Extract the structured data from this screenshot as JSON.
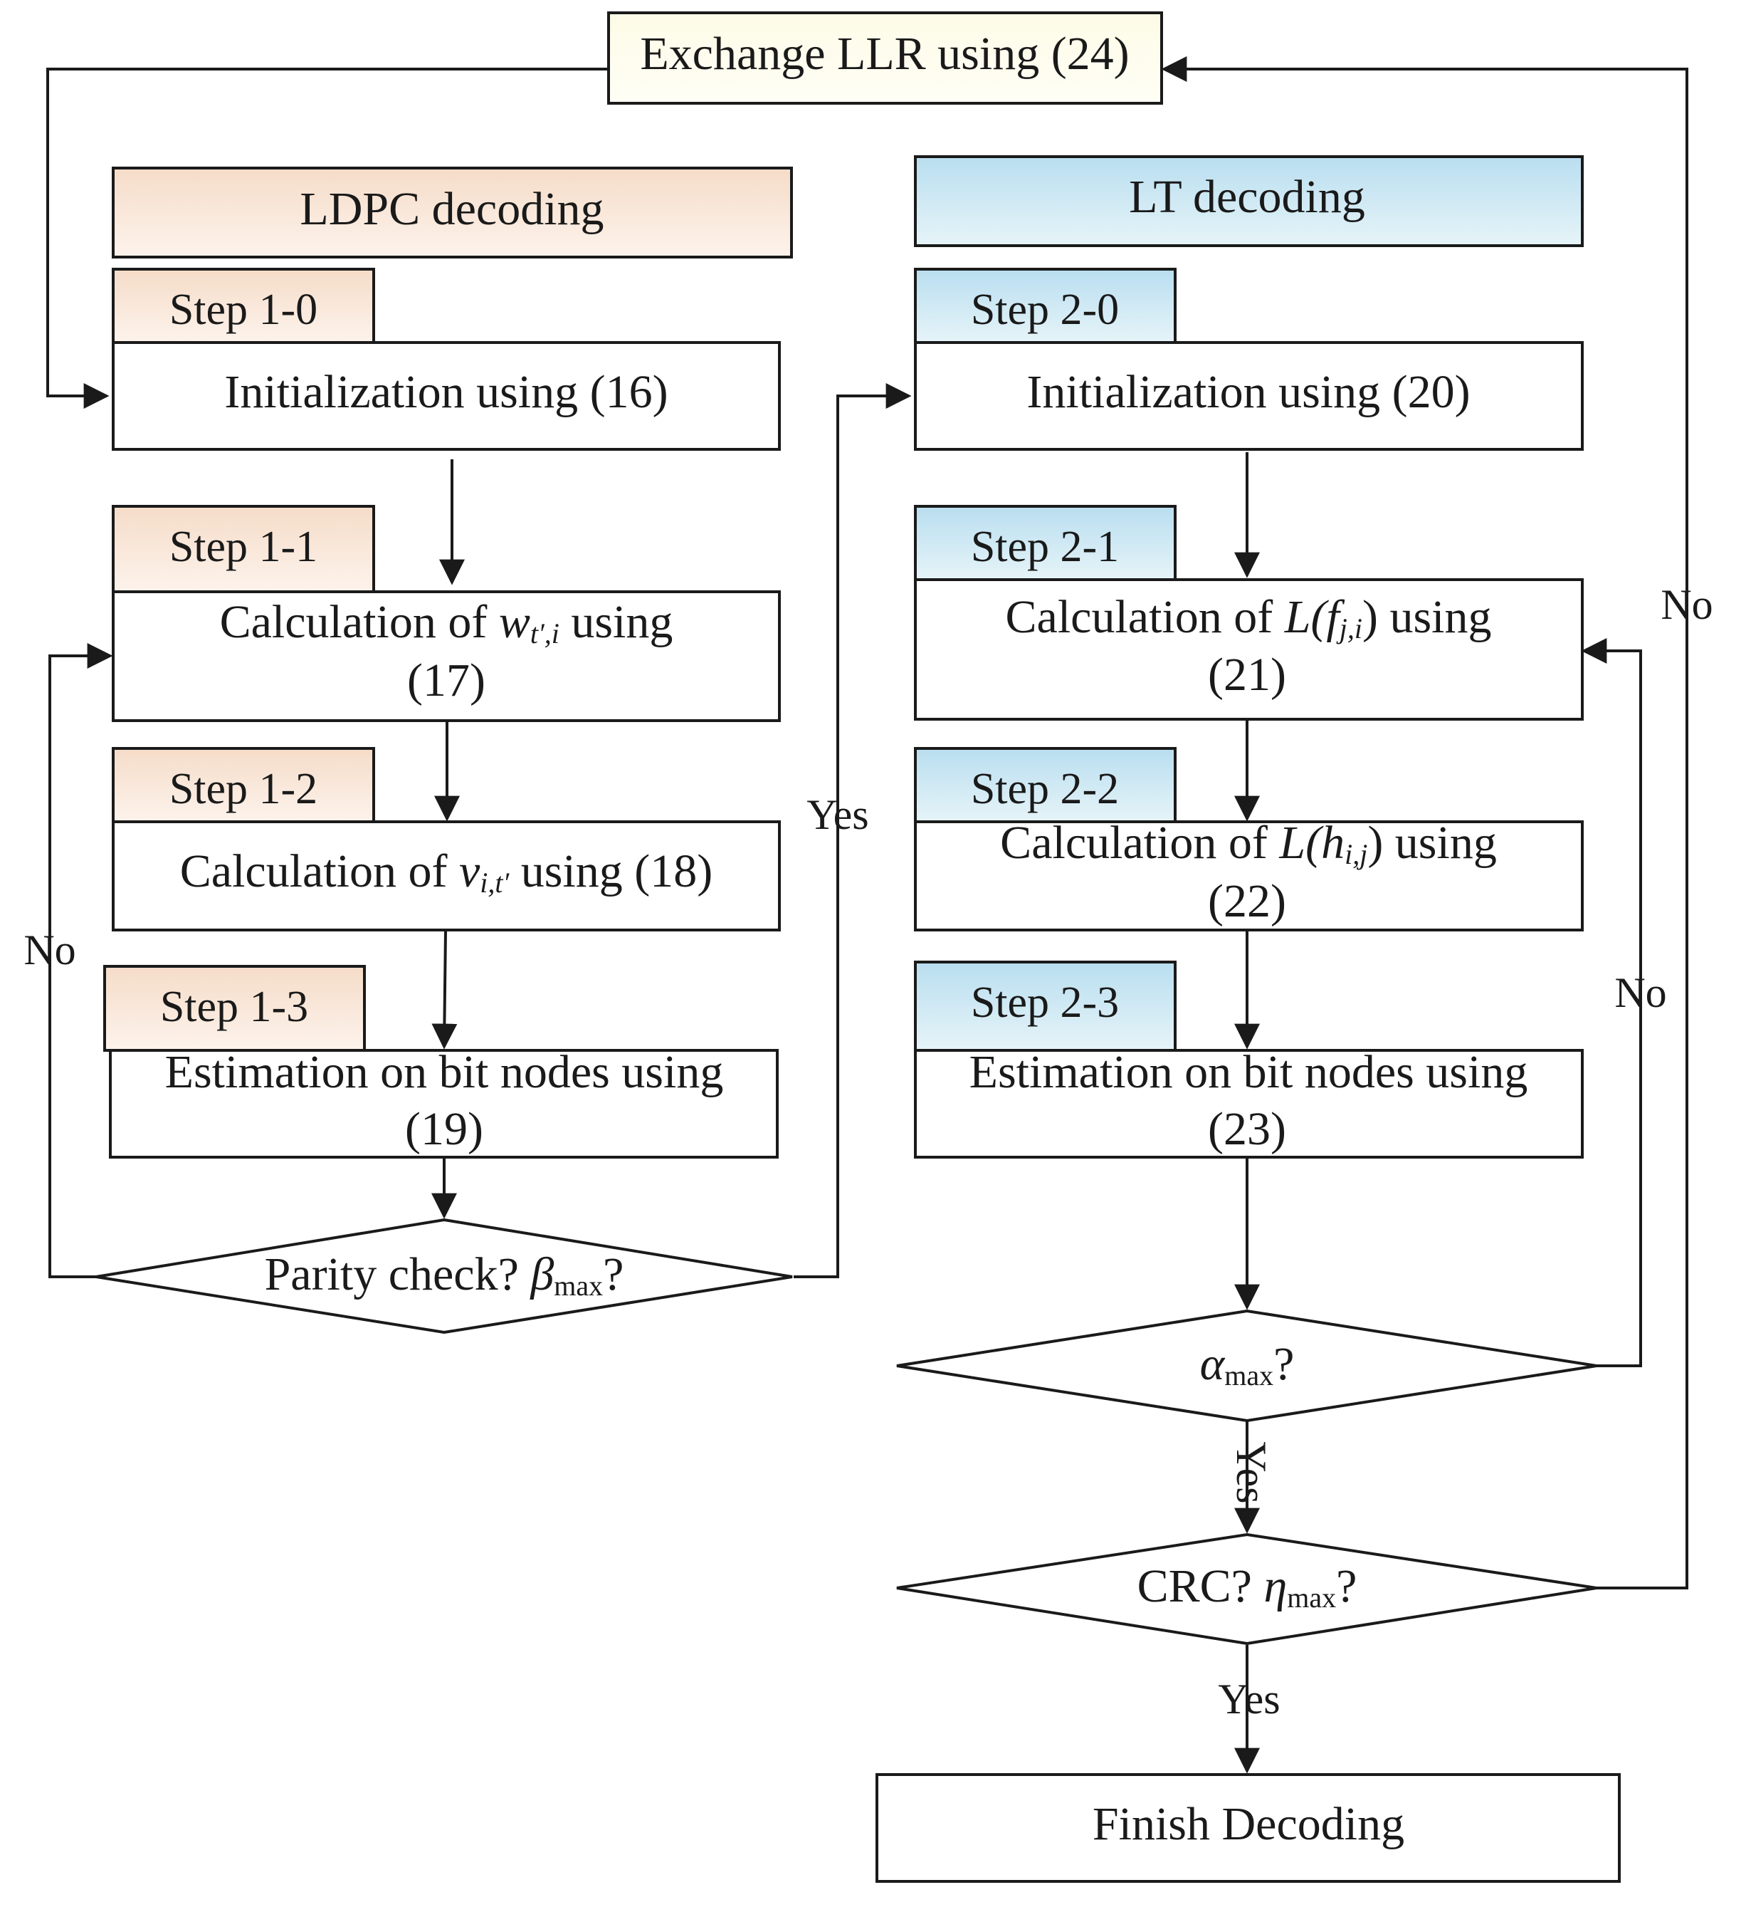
{
  "top": {
    "exchange": "Exchange LLR using (24)"
  },
  "ldpc": {
    "header": "LDPC decoding",
    "steps": [
      {
        "tag": "Step 1-0",
        "text": "Initialization using (16)"
      },
      {
        "tag": "Step 1-1",
        "prefix": "Calculation of ",
        "sym": "w",
        "sub": "t′,i",
        "suffix": " using",
        "line2": "(17)"
      },
      {
        "tag": "Step 1-2",
        "prefix": "Calculation of ",
        "sym": "v",
        "sub": "i,t′",
        "suffix": " using (18)"
      },
      {
        "tag": "Step 1-3",
        "text": "Estimation on bit nodes using",
        "line2": "(19)"
      }
    ],
    "decision": {
      "prefix": "Parity check?  ",
      "sym": "β",
      "sub": "max",
      "suffix": "?"
    }
  },
  "lt": {
    "header": "LT decoding",
    "steps": [
      {
        "tag": "Step 2-0",
        "text": "Initialization using (20)"
      },
      {
        "tag": "Step 2-1",
        "prefix": "Calculation of ",
        "sym": "L(f",
        "sub": "j,i",
        "suffix": ") using",
        "line2": "(21)"
      },
      {
        "tag": "Step 2-2",
        "prefix": "Calculation of ",
        "sym": "L(h",
        "sub": "i,j",
        "suffix": ")   using",
        "line2": "(22)"
      },
      {
        "tag": "Step 2-3",
        "text": "Estimation on bit nodes using",
        "line2": "(23)"
      }
    ],
    "decision_alpha": {
      "sym": "α",
      "sub": "max",
      "suffix": "?"
    },
    "decision_crc": {
      "prefix": "CRC?   ",
      "sym": "η",
      "sub": "max",
      "suffix": "?"
    }
  },
  "labels": {
    "yes_parity": "Yes",
    "no_parity": "No",
    "no_alpha": "No",
    "yes_alpha": "Yes",
    "no_crc": "No",
    "yes_crc": "Yes"
  },
  "finish": "Finish Decoding",
  "colors": {
    "ldpc_header": "#f9e6d8",
    "lt_header": "#c9e6ef",
    "exchange_box": "#fdfbe6",
    "stroke": "#1a1a1a"
  }
}
